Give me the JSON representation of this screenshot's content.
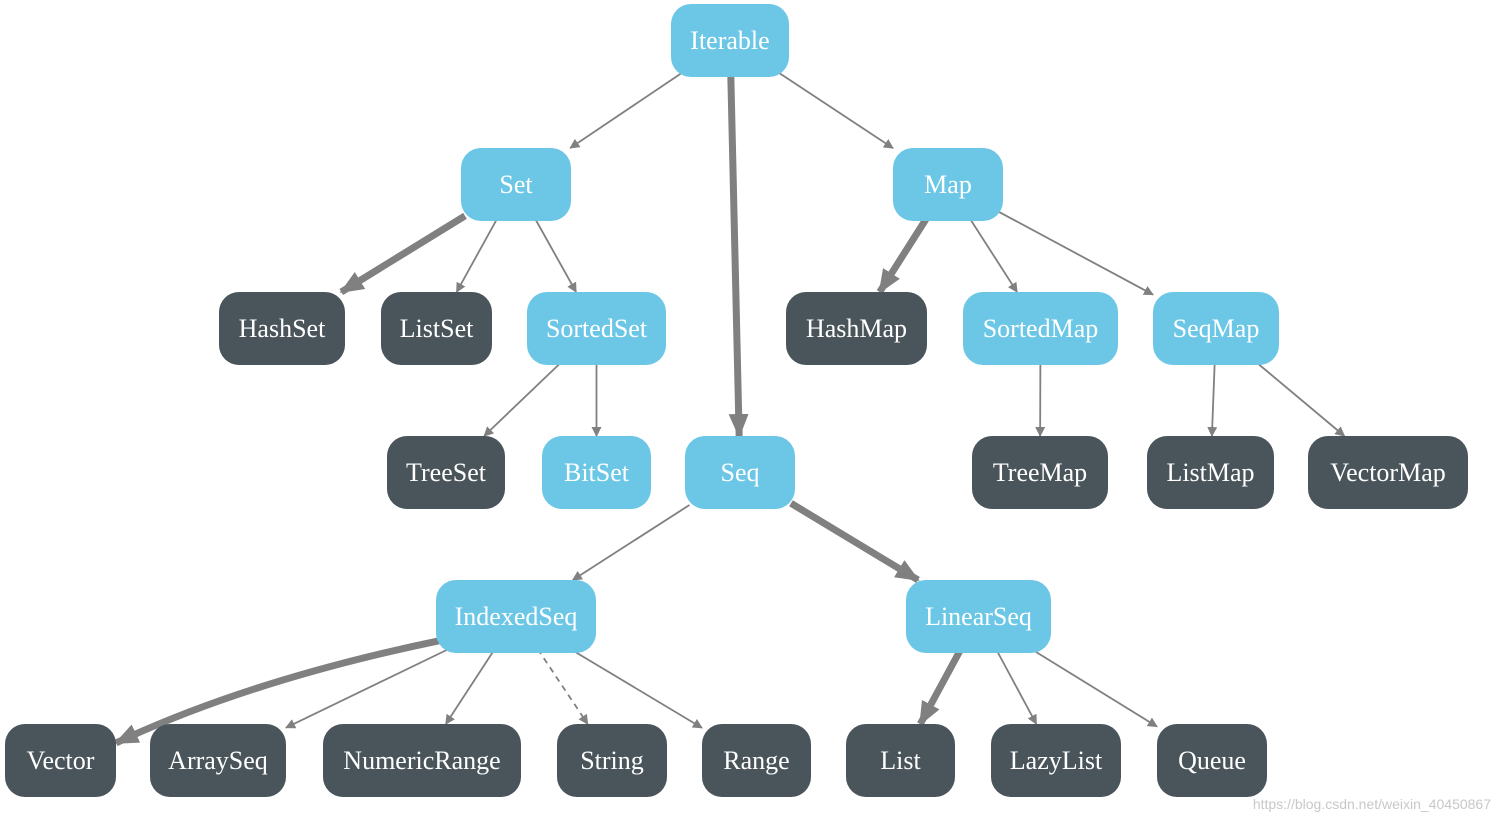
{
  "colors": {
    "trait": "#6cc7e6",
    "implementation": "#4a555b",
    "edge": "#808080",
    "label": "#ffffff"
  },
  "nodes": [
    {
      "id": "iterable",
      "label": "Iterable",
      "kind": "trait"
    },
    {
      "id": "set",
      "label": "Set",
      "kind": "trait"
    },
    {
      "id": "map",
      "label": "Map",
      "kind": "trait"
    },
    {
      "id": "seq",
      "label": "Seq",
      "kind": "trait"
    },
    {
      "id": "hashset",
      "label": "HashSet",
      "kind": "impl"
    },
    {
      "id": "listset",
      "label": "ListSet",
      "kind": "impl"
    },
    {
      "id": "sortedset",
      "label": "SortedSet",
      "kind": "trait"
    },
    {
      "id": "treeset",
      "label": "TreeSet",
      "kind": "impl"
    },
    {
      "id": "bitset",
      "label": "BitSet",
      "kind": "trait"
    },
    {
      "id": "hashmap",
      "label": "HashMap",
      "kind": "impl"
    },
    {
      "id": "sortedmap",
      "label": "SortedMap",
      "kind": "trait"
    },
    {
      "id": "seqmap",
      "label": "SeqMap",
      "kind": "trait"
    },
    {
      "id": "treemap",
      "label": "TreeMap",
      "kind": "impl"
    },
    {
      "id": "listmap",
      "label": "ListMap",
      "kind": "impl"
    },
    {
      "id": "vectormap",
      "label": "VectorMap",
      "kind": "impl"
    },
    {
      "id": "indexedseq",
      "label": "IndexedSeq",
      "kind": "trait"
    },
    {
      "id": "linearseq",
      "label": "LinearSeq",
      "kind": "trait"
    },
    {
      "id": "vector",
      "label": "Vector",
      "kind": "impl"
    },
    {
      "id": "arrayseq",
      "label": "ArraySeq",
      "kind": "impl"
    },
    {
      "id": "numericrange",
      "label": "NumericRange",
      "kind": "impl"
    },
    {
      "id": "string",
      "label": "String",
      "kind": "impl"
    },
    {
      "id": "range",
      "label": "Range",
      "kind": "impl"
    },
    {
      "id": "list",
      "label": "List",
      "kind": "impl"
    },
    {
      "id": "lazylist",
      "label": "LazyList",
      "kind": "impl"
    },
    {
      "id": "queue",
      "label": "Queue",
      "kind": "impl"
    }
  ],
  "edges": [
    {
      "from": "iterable",
      "to": "set",
      "style": "solid"
    },
    {
      "from": "iterable",
      "to": "seq",
      "style": "thick"
    },
    {
      "from": "iterable",
      "to": "map",
      "style": "solid"
    },
    {
      "from": "set",
      "to": "hashset",
      "style": "thick"
    },
    {
      "from": "set",
      "to": "listset",
      "style": "solid"
    },
    {
      "from": "set",
      "to": "sortedset",
      "style": "solid"
    },
    {
      "from": "sortedset",
      "to": "treeset",
      "style": "solid"
    },
    {
      "from": "sortedset",
      "to": "bitset",
      "style": "solid"
    },
    {
      "from": "map",
      "to": "hashmap",
      "style": "thick"
    },
    {
      "from": "map",
      "to": "sortedmap",
      "style": "solid"
    },
    {
      "from": "map",
      "to": "seqmap",
      "style": "solid"
    },
    {
      "from": "sortedmap",
      "to": "treemap",
      "style": "solid"
    },
    {
      "from": "seqmap",
      "to": "listmap",
      "style": "solid"
    },
    {
      "from": "seqmap",
      "to": "vectormap",
      "style": "solid"
    },
    {
      "from": "seq",
      "to": "indexedseq",
      "style": "solid"
    },
    {
      "from": "seq",
      "to": "linearseq",
      "style": "thick"
    },
    {
      "from": "indexedseq",
      "to": "vector",
      "style": "thick"
    },
    {
      "from": "indexedseq",
      "to": "arrayseq",
      "style": "solid"
    },
    {
      "from": "indexedseq",
      "to": "numericrange",
      "style": "solid"
    },
    {
      "from": "indexedseq",
      "to": "string",
      "style": "dashed"
    },
    {
      "from": "indexedseq",
      "to": "range",
      "style": "solid"
    },
    {
      "from": "linearseq",
      "to": "list",
      "style": "thick"
    },
    {
      "from": "linearseq",
      "to": "lazylist",
      "style": "solid"
    },
    {
      "from": "linearseq",
      "to": "queue",
      "style": "solid"
    }
  ],
  "watermark": "https://blog.csdn.net/weixin_40450867"
}
